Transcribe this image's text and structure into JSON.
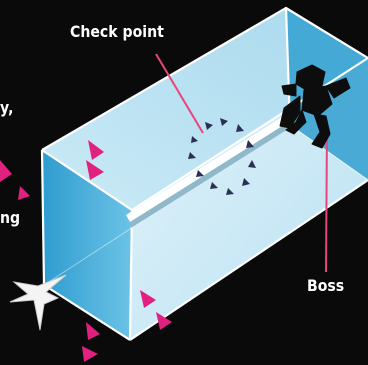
{
  "labels": {
    "check_point": "Check point",
    "boss": "Boss",
    "left_fragment_1": "y,",
    "left_fragment_2": "ng"
  },
  "colors": {
    "background": "#0a0a0a",
    "box_top": "#bfe6f3",
    "box_front": "#cdebf6",
    "box_left_end": "#4fb3dd",
    "box_right_end": "#3aa3d2",
    "edge": "#ffffff",
    "leader_line": "#e8457a",
    "arrow_pink": "#e0217f",
    "checkpoint_marker": "#2a2f55",
    "boss": "#0d0d0d",
    "ship": "#f4f4f4"
  },
  "icons": {
    "boss": "boss-robot-silhouette",
    "ship": "player-ship-icon",
    "checkpoint": "checkpoint-ring-icon",
    "arrows": "pink-direction-arrow-icon"
  }
}
